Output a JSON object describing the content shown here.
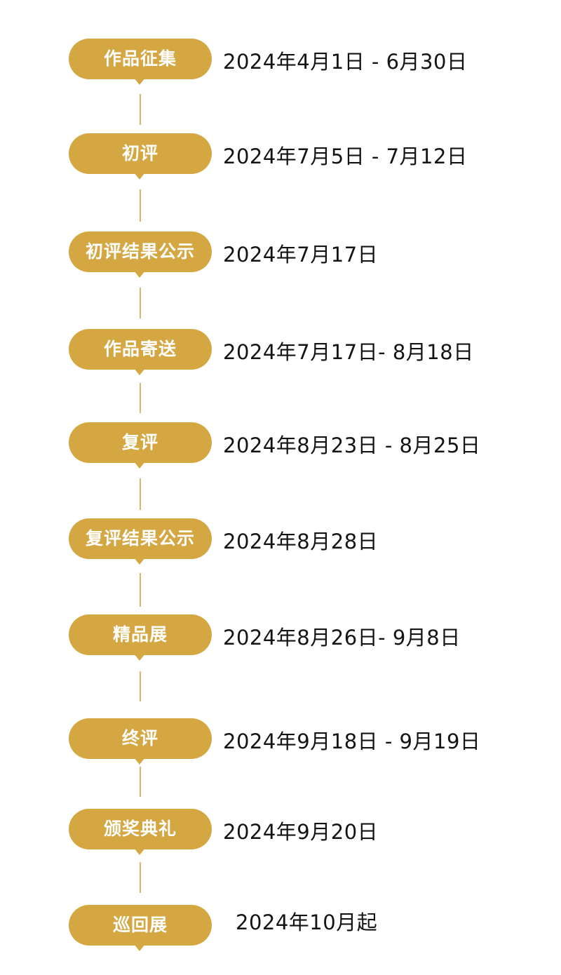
{
  "stages": [
    {
      "label": "作品征集",
      "date": "2024年4月1日 - 6月30日"
    },
    {
      "label": "初评",
      "date": "2024年7月5日 - 7月12日"
    },
    {
      "label": "初评结果公示",
      "date": "2024年7月17日"
    },
    {
      "label": "作品寄送",
      "date": "2024年7月17日- 8月18日"
    },
    {
      "label": "复评",
      "date": "2024年8月23日 - 8月25日"
    },
    {
      "label": "复评结果公示",
      "date": "2024年8月28日"
    },
    {
      "label": "精品展",
      "date": "2024年8月26日- 9月8日"
    },
    {
      "label": "终评",
      "date": "2024年9月18日 - 9月19日"
    },
    {
      "label": "颁奖典礼",
      "date": "2024年9月20日"
    },
    {
      "label": "巡回展",
      "date": "2024年10月起"
    }
  ],
  "colors": {
    "pill": "#d4a743",
    "connector": "#d9b566",
    "pill_text": "#ffffff",
    "date_text": "#141414"
  }
}
